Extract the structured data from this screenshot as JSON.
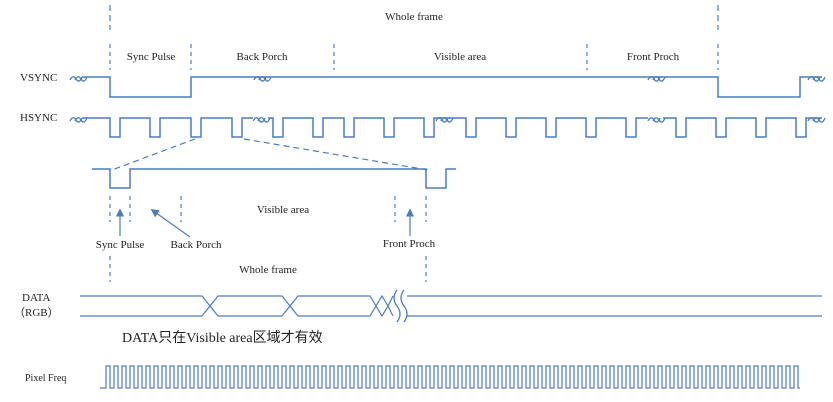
{
  "top_labels": {
    "whole_frame": "Whole frame",
    "sync_pulse": "Sync  Pulse",
    "back_porch": "Back  Porch",
    "visible_area": "Visible  area",
    "front_porch": "Front  Proch"
  },
  "signals": {
    "vsync": "VSYNC",
    "hsync": "HSYNC",
    "data_line1": "DATA",
    "data_line2": "（RGB）",
    "pixel_freq": "Pixel Freq"
  },
  "detail_labels": {
    "visible_area": "Visible  area",
    "sync_pulse": "Sync  Pulse",
    "back_porch": "Back  Porch",
    "front_porch": "Front  Proch",
    "whole_frame": "Whole frame"
  },
  "note": "DATA只在Visible area区域才有效",
  "colors": {
    "line": "#4a7cc0",
    "text": "#222222",
    "background": "#ffffff"
  }
}
